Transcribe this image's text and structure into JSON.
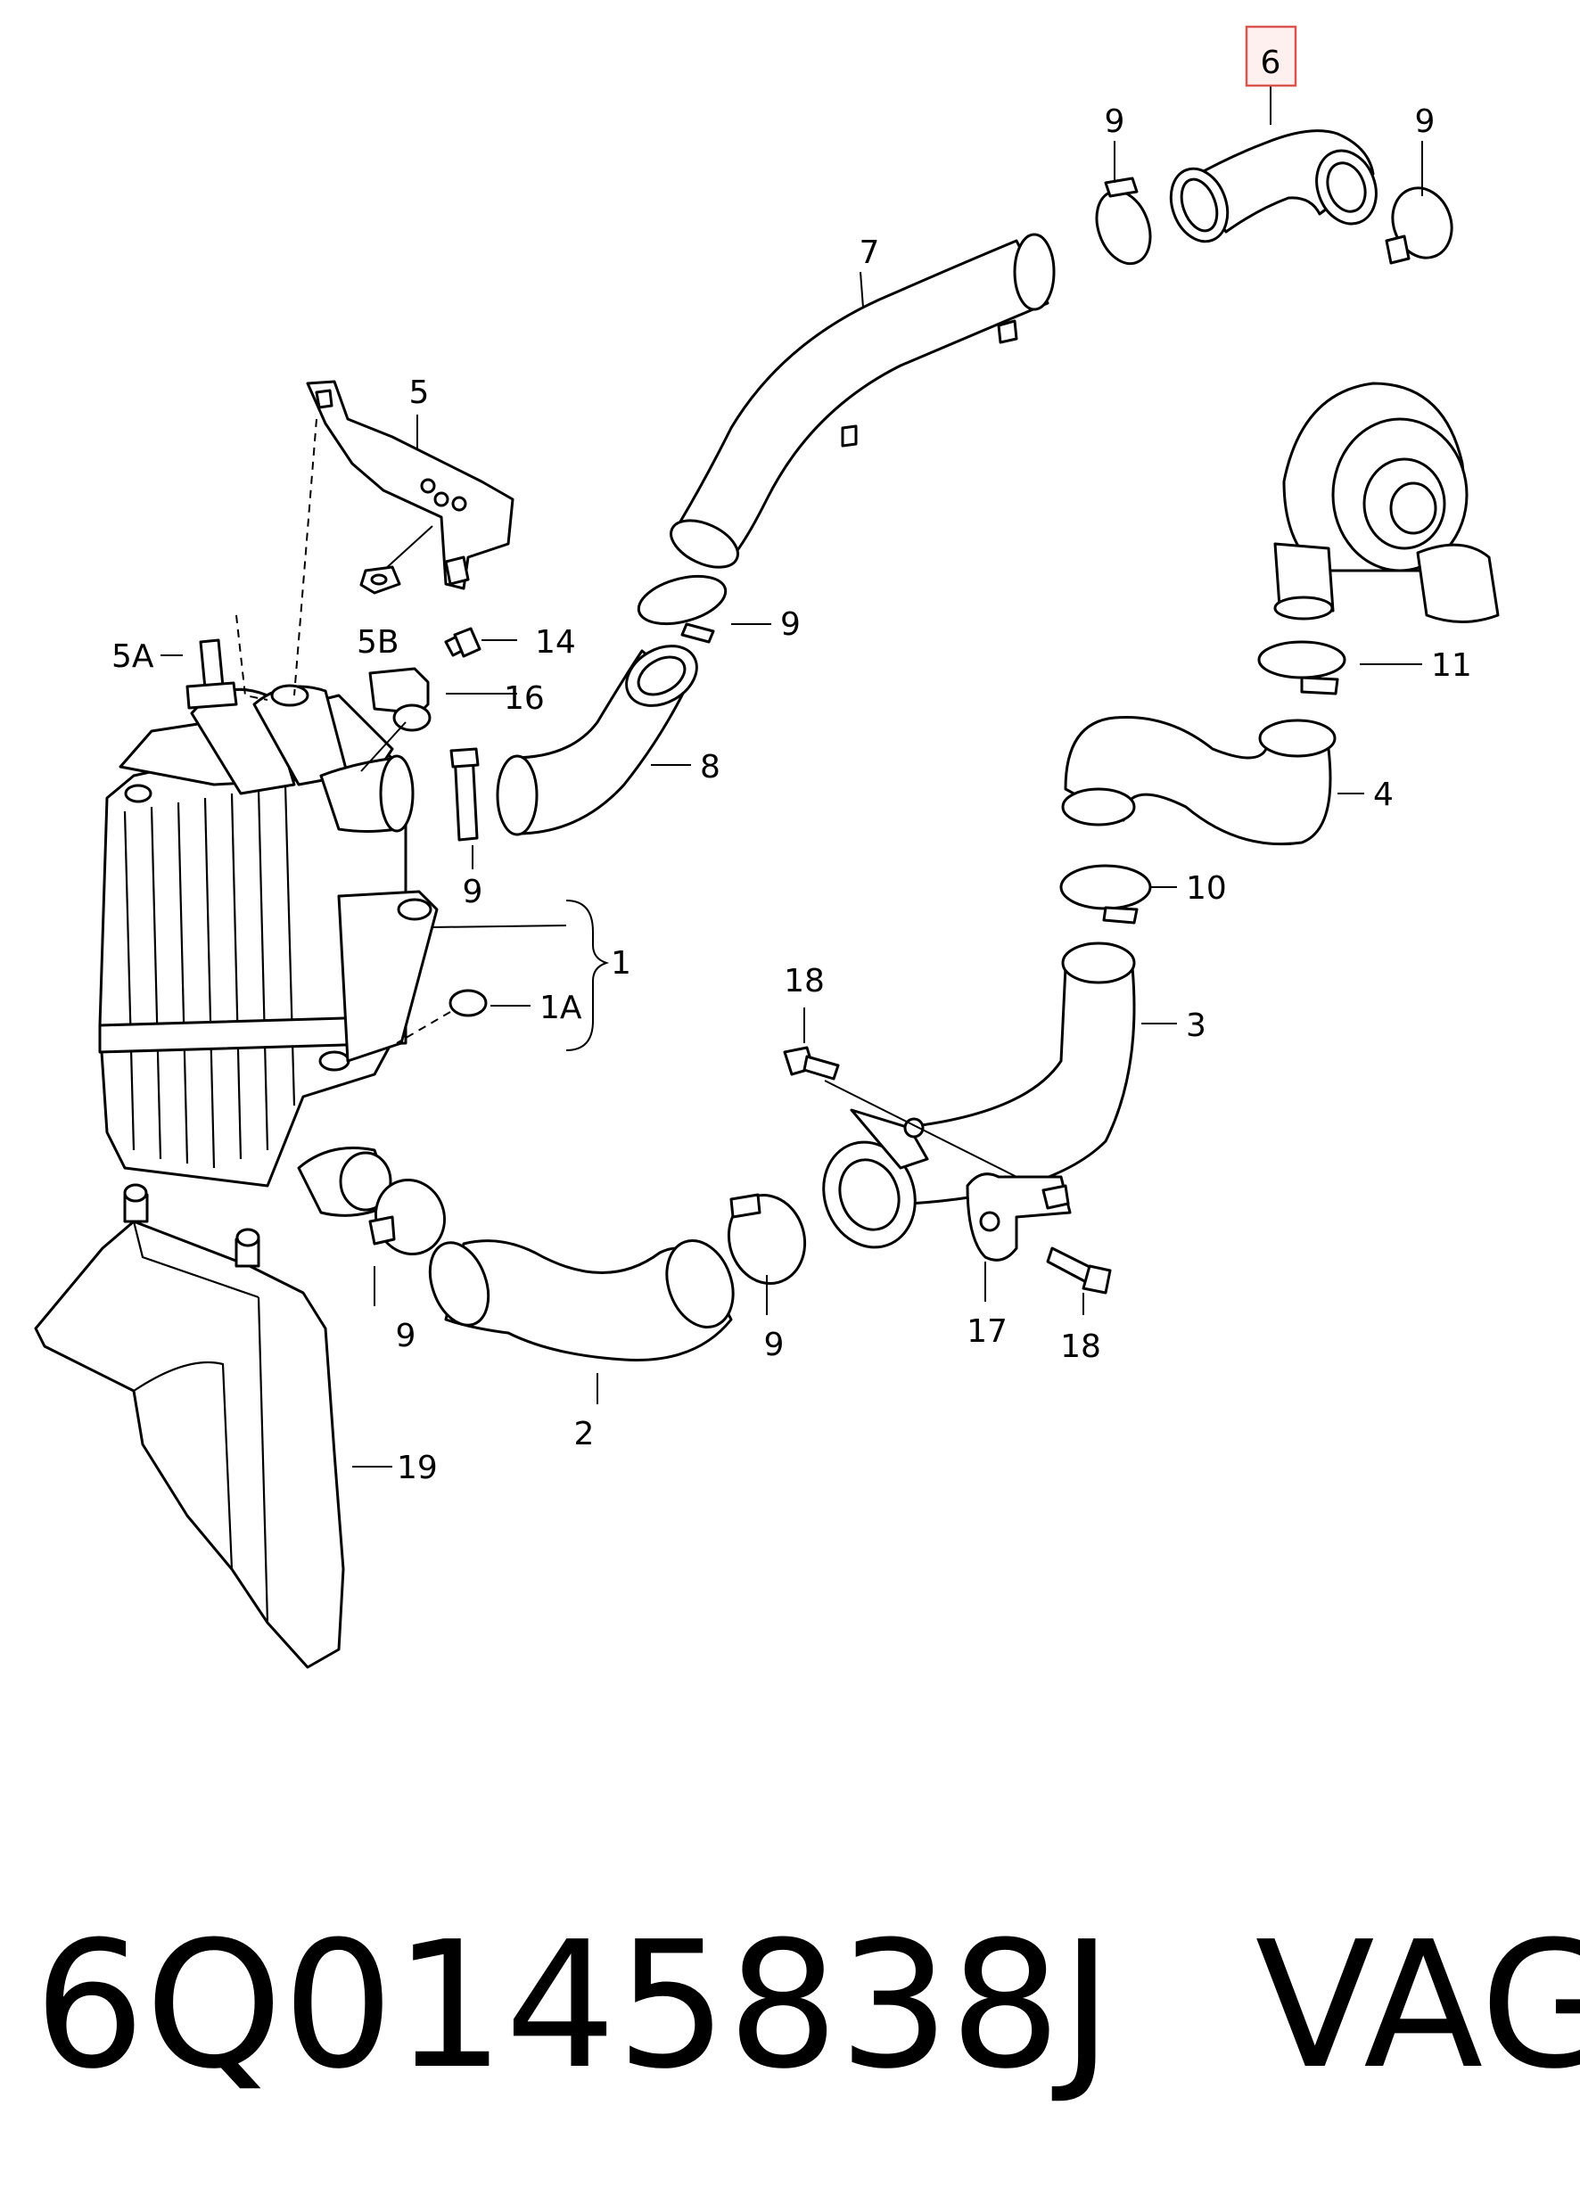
{
  "callouts": {
    "c1": "1",
    "c1A": "1A",
    "c2": "2",
    "c3": "3",
    "c4": "4",
    "c5": "5",
    "c5A": "5A",
    "c5B": "5B",
    "c6": "6",
    "c7": "7",
    "c8": "8",
    "c9": "9",
    "c10": "10",
    "c11": "11",
    "c14": "14",
    "c16": "16",
    "c17": "17",
    "c18": "18",
    "c19": "19"
  },
  "highlight_color": "#d9534f",
  "caption": {
    "part_number": "6Q0145838J",
    "brand": "VAG"
  }
}
